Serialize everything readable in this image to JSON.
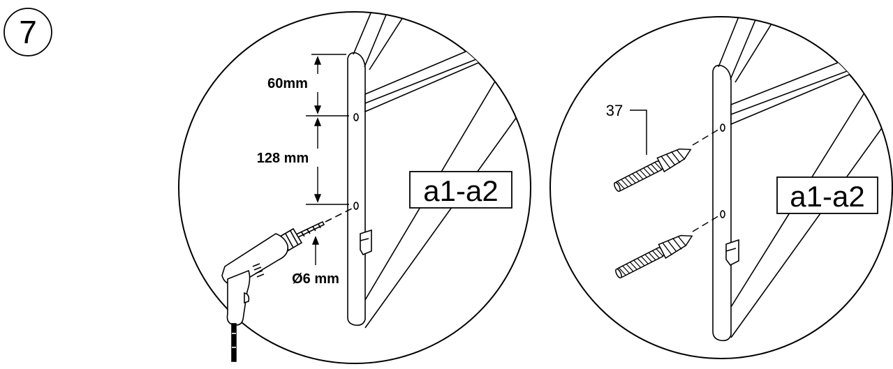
{
  "step": {
    "number": "7"
  },
  "left_panel": {
    "dimension_top": "60mm",
    "dimension_middle": "128 mm",
    "drill_diameter": "Ø6 mm",
    "part_label": "a1-a2"
  },
  "right_panel": {
    "callout_number": "37",
    "part_label": "a1-a2"
  }
}
